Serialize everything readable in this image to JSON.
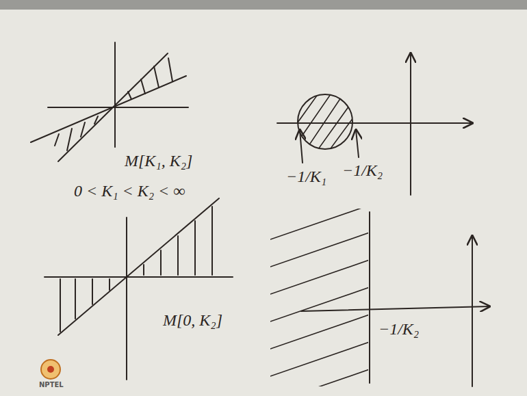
{
  "diagram": {
    "labels": [
      "M[K₁, K₂]",
      "0 < K₁ < K₂ < ∞",
      "−1/K₁",
      "−1/K₂",
      "M[0, K₂]",
      "−1/K₂",
      "NPTEL"
    ]
  }
}
